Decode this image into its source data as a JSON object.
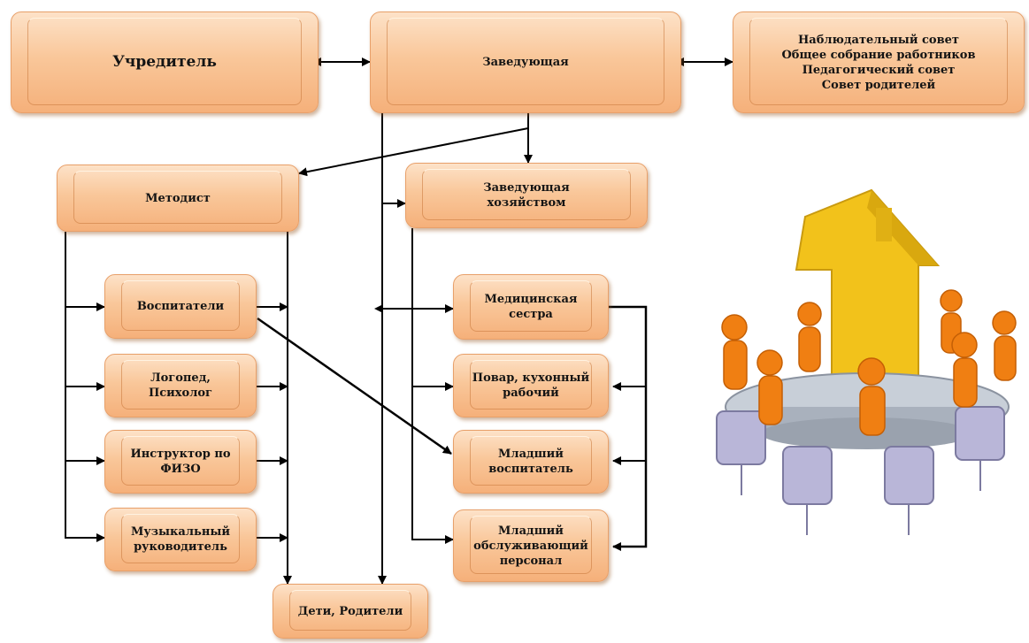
{
  "nodes": {
    "founder": "Учредитель",
    "head": "Заведующая",
    "councils": "Наблюдательный совет\nОбщее собрание работников\nПедагогический совет\nСовет родителей",
    "methodist": "Методист",
    "household_head": "Заведующая\nхозяйством",
    "educators": "Воспитатели",
    "speech_psych": "Логопед,\nПсихолог",
    "pe_instructor": "Инструктор по\nФИЗО",
    "music_director": "Музыкальный\nруководитель",
    "nurse": "Медицинская\nсестра",
    "cook": "Повар, кухонный\nрабочий",
    "junior_educator": "Младший\nвоспитатель",
    "junior_service": "Младший\nобслуживающий\nперсонал",
    "children_parents": "Дети, Родители"
  },
  "colors": {
    "box_fill": "#f9c79a",
    "box_border": "#e8a06a",
    "arrow": "#000000",
    "house": "#f2c21b",
    "figure": "#f07f12",
    "table": "#b8c0cc"
  },
  "icons": [
    "house-icon",
    "person-icon",
    "office-chair-icon",
    "meeting-table-icon"
  ]
}
